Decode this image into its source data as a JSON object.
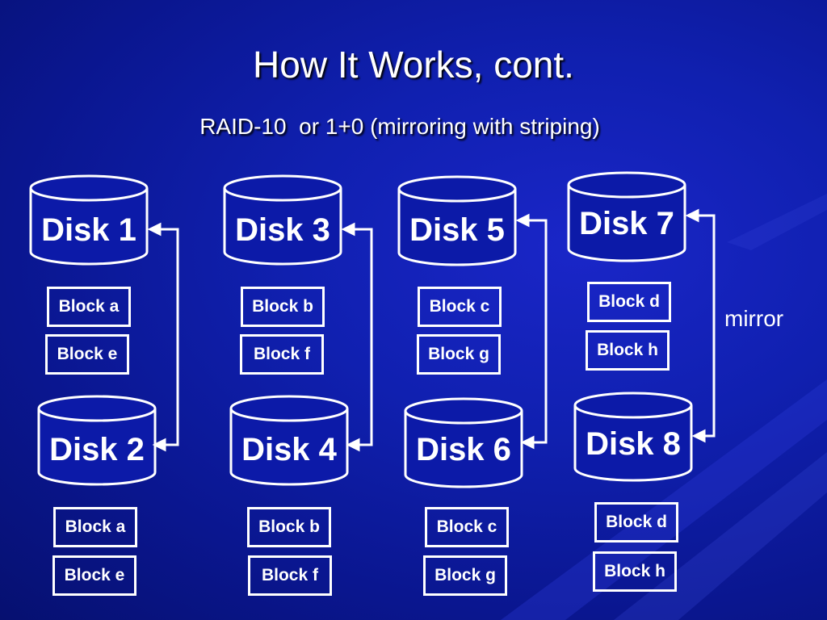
{
  "slide": {
    "title": "How It Works, cont.",
    "subtitle": "RAID-10  or 1+0 (mirroring with striping)",
    "mirror_label": "mirror"
  },
  "disks": [
    {
      "label": "Disk 1",
      "blocks": [
        "Block a",
        "Block e"
      ]
    },
    {
      "label": "Disk 2",
      "blocks": [
        "Block a",
        "Block e"
      ]
    },
    {
      "label": "Disk 3",
      "blocks": [
        "Block b",
        "Block f"
      ]
    },
    {
      "label": "Disk 4",
      "blocks": [
        "Block b",
        "Block f"
      ]
    },
    {
      "label": "Disk 5",
      "blocks": [
        "Block c",
        "Block g"
      ]
    },
    {
      "label": "Disk 6",
      "blocks": [
        "Block c",
        "Block g"
      ]
    },
    {
      "label": "Disk 7",
      "blocks": [
        "Block d",
        "Block h"
      ]
    },
    {
      "label": "Disk 8",
      "blocks": [
        "Block d",
        "Block h"
      ]
    }
  ],
  "mirror_pairs": [
    [
      "Disk 1",
      "Disk 2"
    ],
    [
      "Disk 3",
      "Disk 4"
    ],
    [
      "Disk 5",
      "Disk 6"
    ],
    [
      "Disk 7",
      "Disk 8"
    ]
  ],
  "colors": {
    "background": "#1020b0",
    "foreground": "#ffffff"
  }
}
